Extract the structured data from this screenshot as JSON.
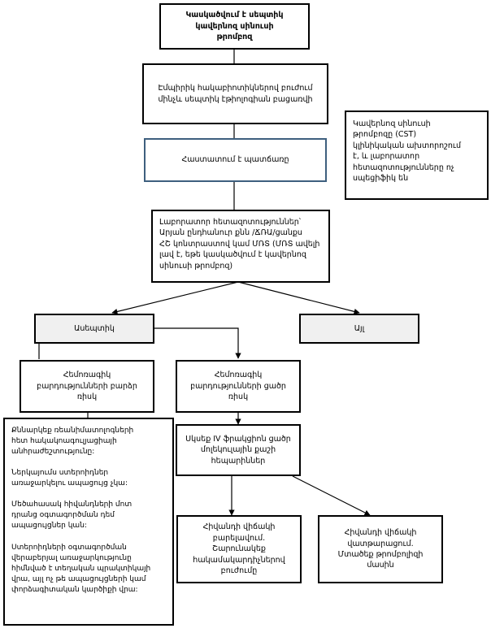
{
  "diagram": {
    "title_node": "Կասկածվում է սեպտիկ\nկավերնոզ սինուսի\nթրոմբոզ",
    "empiric_node": "Էմպիրիկ հակաբիոտիկներով բուժում\nմինչև սեպտիկ էթիոլոգիան բացառվի",
    "confirm_node": "Հաստատում է պատճառը",
    "cst_note_node": "Կավերնոզ սինուսի\nթրոմբոզը (CST)\nկլինիկական ախտորոշում\nէ, և լաբորատոր\nհետազոտությունները ոչ\nսպեցիֆիկ են",
    "lab_node": "Լաբորատոր          հետազոտություններ՝\nԱրյան ընդհանուր քնն /ՃՌԱ/ցանքս\nՀՇ կոնտրաստով  կամ ՄՌՏ (ՄՌՏ ավելի\nլավ է, եթե կասկածվում է կավերնոզ\nսինուսի թրոմբոզ)",
    "aseptic_node": "Ասեպտիկ",
    "other_node": "Այլ",
    "high_risk_node": "Հեմոռագիկ\nբարդությունների բարձր\nռիսկ",
    "low_risk_node": "Հեմոռագիկ\nբարդությունների ցածր\nռիսկ",
    "advice_node": "Քննարկեք ռեանիմատոլոգների\nհետ հակակոագուլյացիայի\nանհրաժեշտությունը:\n\nՆերկայումս ստերոիդներ\nառաջարկելու ապացույց չկա:\n\nՄեծահասակ հիվանդների մոտ\nդրանց օգտագործման դեմ\nապացույցներ կան:\n\nՍտերոիդների օգտագործման\nվերաբերյալ առաջարկությունը\nհիմնված է տեղական պրակտիկայի\nվրա, այլ ոչ թե ապացույցների կամ\nփորձագիտական կարծիքի վրա:",
    "heparin_node": "Սկսեք IV ֆրակցիոն ցածր\nմոլեկուլային քաշի\nհեպարիններ",
    "improve_node": "Հիվանդի վիճակի\nբարելավում.\nՇարունակեք\nհակամակարդիչներով\nբուժումը",
    "worsen_node": "Հիվանդի վիճակի\nվատթարացում.\nՄտածեք թրոմբոլիզի\nմասին"
  },
  "colors": {
    "border": "#000000",
    "accent_border": "#3e5f7e",
    "node_fill": "#ffffff",
    "grey_fill": "#f0f0f0",
    "line": "#000000"
  }
}
